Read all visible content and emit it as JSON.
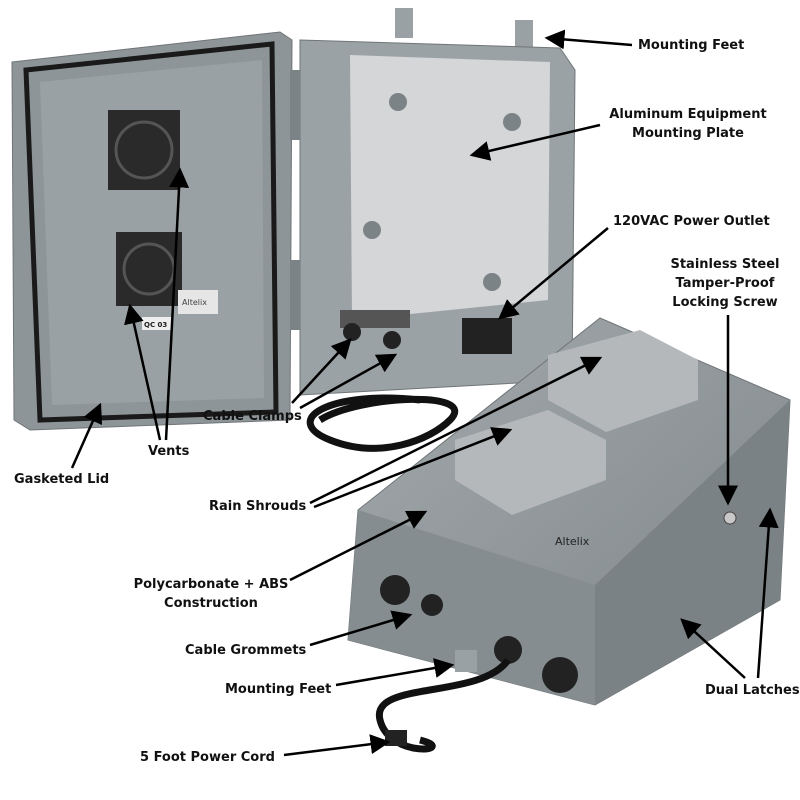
{
  "labels": {
    "mounting_feet_top": "Mounting Feet",
    "mounting_plate": [
      "Aluminum Equipment",
      "Mounting Plate"
    ],
    "power_outlet": "120VAC Power Outlet",
    "locking_screw": [
      "Stainless Steel",
      "Tamper-Proof",
      "Locking Screw"
    ],
    "gasketed_lid": "Gasketed Lid",
    "vents": "Vents",
    "cable_clamps": "Cable Clamps",
    "rain_shrouds": "Rain Shrouds",
    "construction": [
      "Polycarbonate + ABS",
      "Construction"
    ],
    "cable_grommets": "Cable Grommets",
    "mounting_feet_bottom": "Mounting Feet",
    "dual_latches": "Dual Latches",
    "power_cord": "5 Foot Power Cord"
  },
  "product": {
    "brand": "Altelix",
    "qc_sticker": "QC 03"
  },
  "colors": {
    "enclosure": "#8e9598",
    "enclosure_dark": "#6f7578",
    "plate": "#d4d6d8",
    "gasket": "#1a1a1a",
    "arrow": "#000000"
  }
}
